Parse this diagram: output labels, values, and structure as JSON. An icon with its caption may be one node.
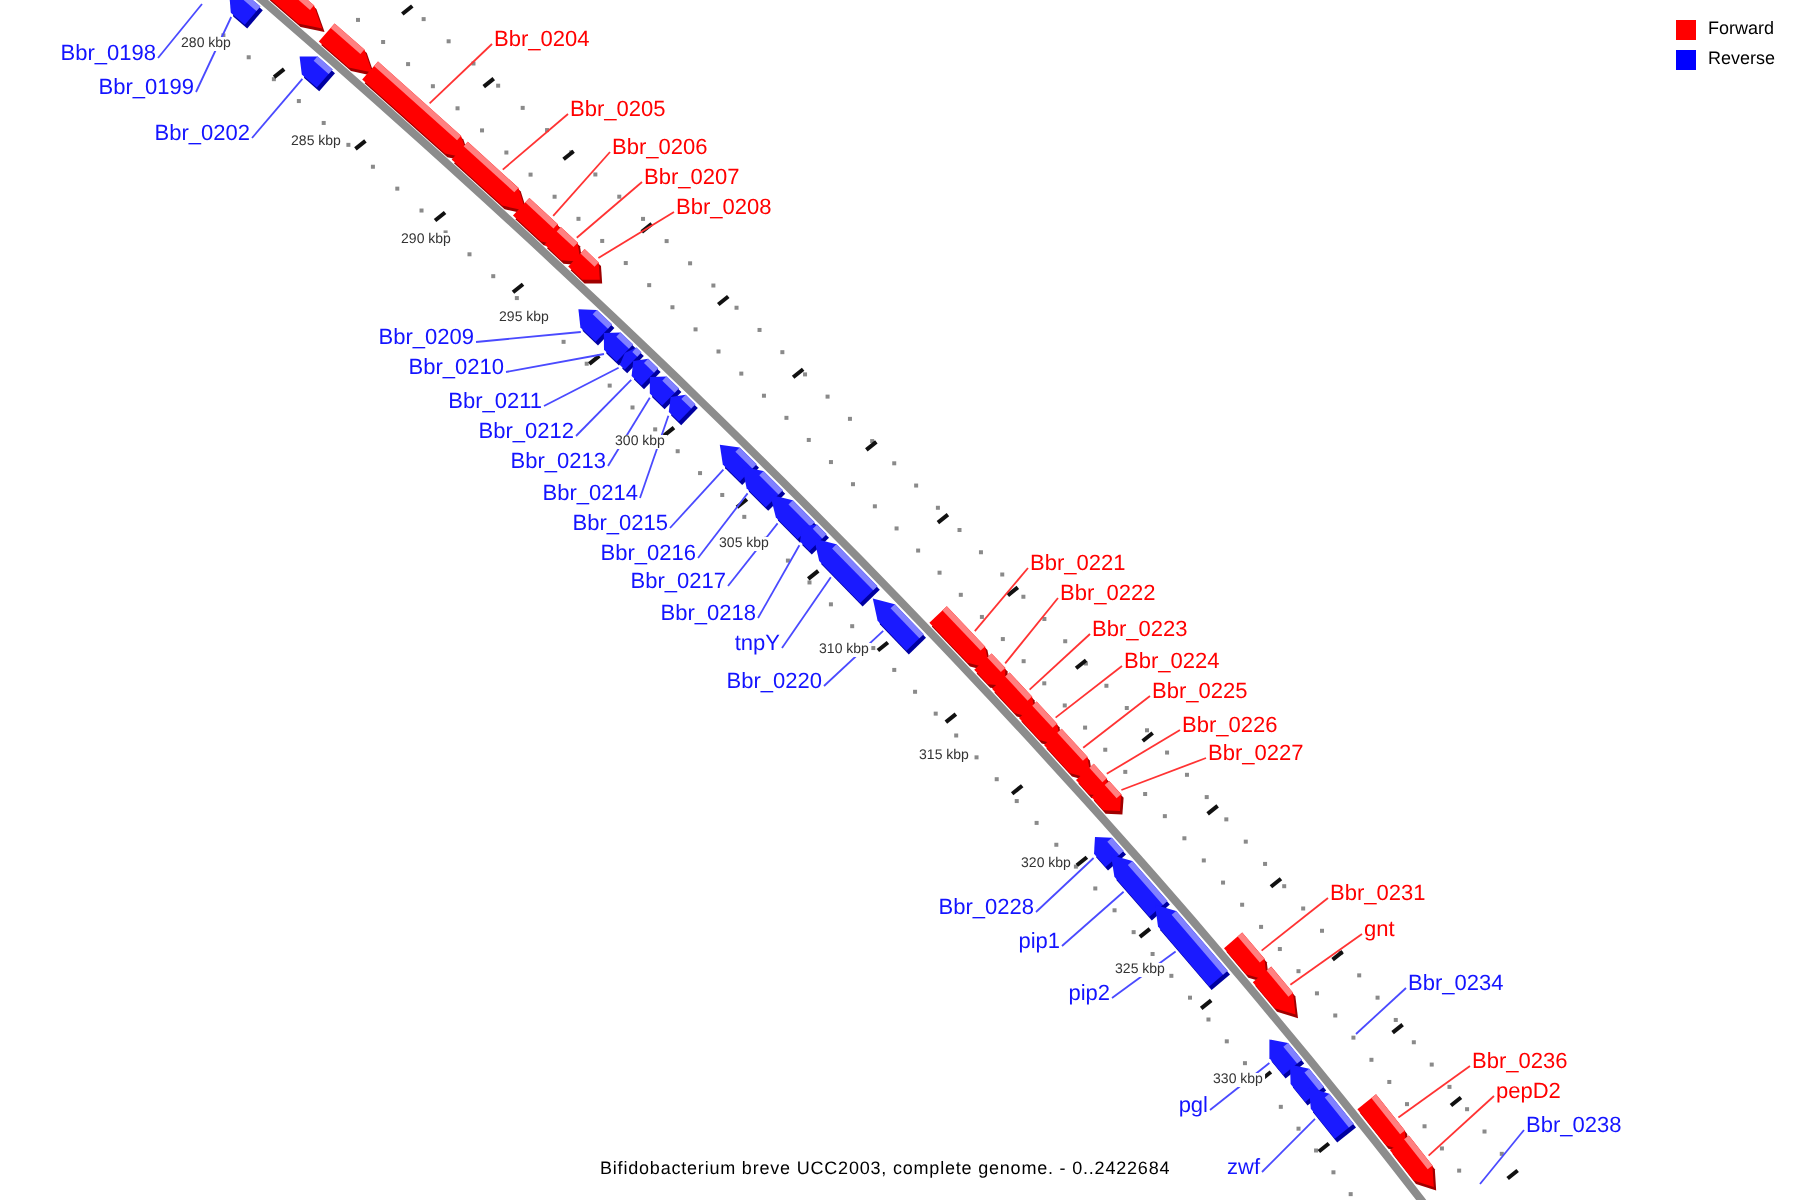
{
  "diagram": {
    "caption": "Bifidobacterium breve UCC2003, complete genome. - 0..2422684",
    "nodes": [
      {
        "text": [
          "Bbr_0204"
        ]
      },
      {
        "text": [
          "Bbr_0198"
        ]
      },
      {
        "text": [
          "Bbr_0199"
        ]
      },
      {
        "text": [
          "Bbr_0205"
        ]
      },
      {
        "text": [
          "Bbr_0202"
        ]
      },
      {
        "text": [
          "Bbr_0206"
        ]
      },
      {
        "text": [
          "Bbr_0207"
        ]
      },
      {
        "text": [
          "Bbr_0208"
        ]
      },
      {
        "text": [
          "Bbr_0209"
        ]
      },
      {
        "text": [
          "Bbr_0210"
        ]
      },
      {
        "text": [
          "Bbr_0211"
        ]
      },
      {
        "text": [
          "Bbr_0212"
        ]
      },
      {
        "text": [
          "Bbr_0213"
        ]
      },
      {
        "text": [
          "Bbr_0214"
        ]
      },
      {
        "text": [
          "Bbr_0215"
        ]
      },
      {
        "text": [
          "Bbr_0216"
        ]
      },
      {
        "text": [
          "Bbr_0221"
        ]
      },
      {
        "text": [
          "Bbr_0217"
        ]
      },
      {
        "text": [
          "Bbr_0222"
        ]
      },
      {
        "text": [
          "Bbr_0218"
        ]
      },
      {
        "text": [
          "Bbr_0223"
        ]
      },
      {
        "text": [
          "tnpY"
        ]
      },
      {
        "text": [
          "Bbr_0224"
        ]
      },
      {
        "text": [
          "Bbr_0220"
        ]
      },
      {
        "text": [
          "Bbr_0225"
        ]
      },
      {
        "text": [
          "Bbr_0226"
        ]
      },
      {
        "text": [
          "Bbr_0227"
        ]
      },
      {
        "text": [
          "Bbr_0231"
        ]
      },
      {
        "text": [
          "Bbr_0228"
        ]
      },
      {
        "text": [
          "gnt"
        ]
      },
      {
        "text": [
          "pip1"
        ]
      },
      {
        "text": [
          "Bbr_0234"
        ]
      },
      {
        "text": [
          "pip2"
        ]
      },
      {
        "text": [
          "Bbr_0236"
        ]
      },
      {
        "text": [
          "pepD2"
        ]
      },
      {
        "text": [
          "pgl"
        ]
      },
      {
        "text": [
          "Bbr_0238"
        ]
      },
      {
        "text": [
          "zwf"
        ]
      },
      {
        "text": [],
        "shape": "arrow"
      },
      {
        "text": [],
        "shape": "arrow"
      },
      {
        "text": [],
        "shape": "arrow"
      },
      {
        "text": [],
        "shape": "arrow"
      },
      {
        "text": [],
        "shape": "arrow"
      },
      {
        "text": [],
        "shape": "arrow"
      },
      {
        "text": [],
        "shape": "arrow"
      },
      {
        "text": [],
        "shape": "arrow"
      },
      {
        "text": [],
        "shape": "arrow"
      },
      {
        "text": [],
        "shape": "arrow"
      },
      {
        "text": [],
        "shape": "arrow"
      },
      {
        "text": [],
        "shape": "arrow"
      },
      {
        "text": [],
        "shape": "arrow"
      },
      {
        "text": [],
        "shape": "arrow"
      },
      {
        "text": [],
        "shape": "arrow"
      },
      {
        "text": [],
        "shape": "arrow"
      },
      {
        "text": [],
        "shape": "arrow"
      },
      {
        "text": [],
        "shape": "arrow"
      },
      {
        "text": [],
        "shape": "arrow"
      },
      {
        "text": [],
        "shape": "arrow"
      },
      {
        "text": [],
        "shape": "arrow"
      },
      {
        "text": [],
        "shape": "arrow"
      },
      {
        "text": [],
        "shape": "arrow"
      },
      {
        "text": [],
        "shape": "arrow"
      },
      {
        "text": [],
        "shape": "arrow"
      },
      {
        "text": [],
        "shape": "arrow"
      },
      {
        "text": [],
        "shape": "arrow"
      },
      {
        "text": [],
        "shape": "arrow"
      },
      {
        "text": [],
        "shape": "arrow"
      },
      {
        "text": [],
        "shape": "arrow"
      },
      {
        "text": [],
        "shape": "arrow"
      },
      {
        "text": [],
        "shape": "arrow"
      },
      {
        "text": [],
        "shape": "arrow"
      },
      {
        "text": [],
        "shape": "arrow"
      },
      {
        "text": [],
        "shape": "arrow"
      },
      {
        "text": [],
        "shape": "arrow"
      },
      {
        "text": [],
        "shape": "arrow"
      },
      {
        "text": [],
        "shape": "arrow"
      }
    ],
    "edges": [
      {
        "from": 0,
        "to": 42,
        "arrow": "none",
        "color": "#ff3333"
      },
      {
        "from": 1,
        "to": null,
        "arrow": "none"
      },
      {
        "from": 2,
        "to": 38,
        "arrow": "none"
      },
      {
        "from": 3,
        "to": 43,
        "arrow": "none",
        "color": "#ff3333"
      },
      {
        "from": 4,
        "to": 41,
        "arrow": "none"
      },
      {
        "from": 5,
        "to": 44,
        "arrow": "none",
        "color": "#ff3333"
      },
      {
        "from": 6,
        "to": 45,
        "arrow": "none",
        "color": "#ff3333"
      },
      {
        "from": 7,
        "to": 46,
        "arrow": "none",
        "color": "#ff3333"
      },
      {
        "from": 8,
        "to": 47,
        "arrow": "none"
      },
      {
        "from": 9,
        "to": 48,
        "arrow": "none"
      },
      {
        "from": 10,
        "to": 49,
        "arrow": "none"
      },
      {
        "from": 11,
        "to": 50,
        "arrow": "none"
      },
      {
        "from": 12,
        "to": 51,
        "arrow": "none"
      },
      {
        "from": 13,
        "to": 52,
        "arrow": "none"
      },
      {
        "from": 14,
        "to": 53,
        "arrow": "none"
      },
      {
        "from": 15,
        "to": 54,
        "arrow": "none"
      },
      {
        "from": 16,
        "to": 59,
        "arrow": "none",
        "color": "#ff3333"
      },
      {
        "from": 17,
        "to": 55,
        "arrow": "none"
      },
      {
        "from": 18,
        "to": 60,
        "arrow": "none",
        "color": "#ff3333"
      },
      {
        "from": 19,
        "to": 56,
        "arrow": "none"
      },
      {
        "from": 20,
        "to": 61,
        "arrow": "none",
        "color": "#ff3333"
      },
      {
        "from": 21,
        "to": 57,
        "arrow": "none"
      },
      {
        "from": 22,
        "to": 62,
        "arrow": "none",
        "color": "#ff3333"
      },
      {
        "from": 23,
        "to": 58,
        "arrow": "none"
      },
      {
        "from": 24,
        "to": 63,
        "arrow": "none",
        "color": "#ff3333"
      },
      {
        "from": 25,
        "to": 64,
        "arrow": "none",
        "color": "#ff3333"
      },
      {
        "from": 26,
        "to": 65,
        "arrow": "none",
        "color": "#ff3333"
      },
      {
        "from": 27,
        "to": 69,
        "arrow": "none",
        "color": "#ff3333"
      },
      {
        "from": 28,
        "to": 66,
        "arrow": "none"
      },
      {
        "from": 29,
        "to": 70,
        "arrow": "none",
        "color": "#ff3333"
      },
      {
        "from": 30,
        "to": 67,
        "arrow": "none"
      },
      {
        "from": 31,
        "to": null,
        "arrow": "none"
      },
      {
        "from": 32,
        "to": 68,
        "arrow": "none"
      },
      {
        "from": 33,
        "to": 74,
        "arrow": "none",
        "color": "#ff3333"
      },
      {
        "from": 34,
        "to": 75,
        "arrow": "none",
        "color": "#ff3333"
      },
      {
        "from": 35,
        "to": 71,
        "arrow": "none"
      },
      {
        "from": 36,
        "to": null,
        "arrow": "none"
      },
      {
        "from": 37,
        "to": 73,
        "arrow": "none"
      }
    ],
    "labels": [
      "280 kbp",
      "285 kbp",
      "290 kbp",
      "295 kbp",
      "300 kbp",
      "305 kbp",
      "310 kbp",
      "315 kbp",
      "320 kbp",
      "325 kbp",
      "330 kbp"
    ],
    "legend": [
      {
        "text": "Forward",
        "color": "#ff0000"
      },
      {
        "text": "Reverse",
        "color": "#0000ff"
      }
    ]
  }
}
